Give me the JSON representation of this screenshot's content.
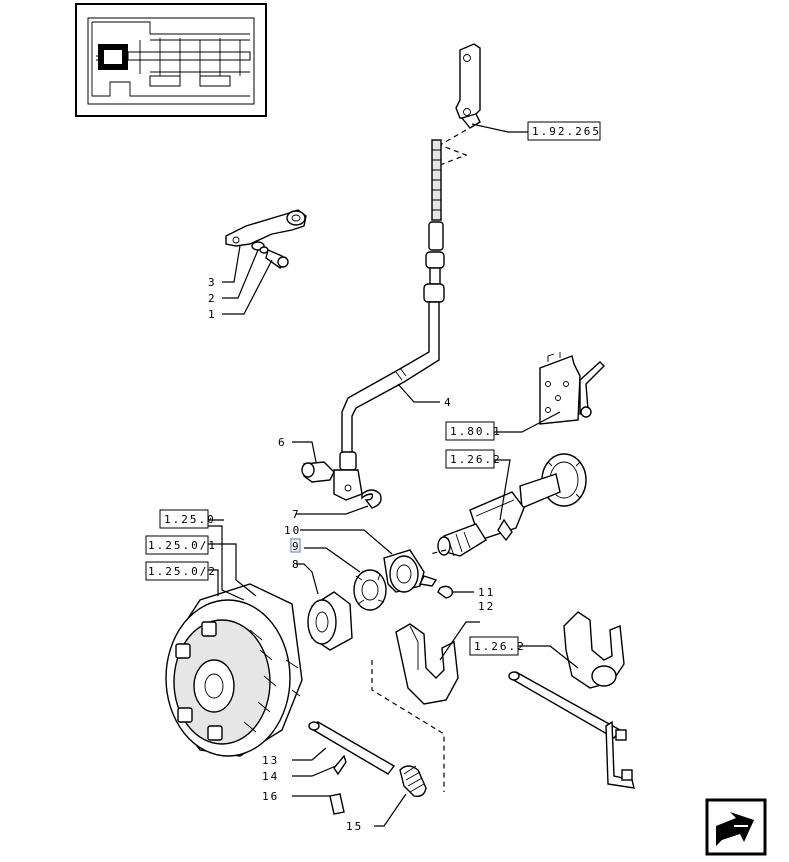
{
  "callouts": [
    {
      "id": "c1",
      "label": "1"
    },
    {
      "id": "c2",
      "label": "2"
    },
    {
      "id": "c3",
      "label": "3"
    },
    {
      "id": "c4",
      "label": "4"
    },
    {
      "id": "c6",
      "label": "6"
    },
    {
      "id": "c7",
      "label": "7"
    },
    {
      "id": "c8",
      "label": "8"
    },
    {
      "id": "c9",
      "label": "9"
    },
    {
      "id": "c10",
      "label": "10"
    },
    {
      "id": "c11",
      "label": "11"
    },
    {
      "id": "c12",
      "label": "12"
    },
    {
      "id": "c13",
      "label": "13"
    },
    {
      "id": "c14",
      "label": "14"
    },
    {
      "id": "c15",
      "label": "15"
    },
    {
      "id": "c16",
      "label": "16"
    }
  ],
  "references": [
    {
      "id": "r1",
      "label": "1.92.265"
    },
    {
      "id": "r2",
      "label": "1.80.1"
    },
    {
      "id": "r3",
      "label": "1.26.2"
    },
    {
      "id": "r4",
      "label": "1.25.0"
    },
    {
      "id": "r5",
      "label": "1.25.0/1"
    },
    {
      "id": "r6",
      "label": "1.25.0/2"
    },
    {
      "id": "r7",
      "label": "1.26.2"
    }
  ],
  "icons": {
    "thumbnail": "transmission-section-thumbnail",
    "nav": "next-page-arrow-icon"
  }
}
